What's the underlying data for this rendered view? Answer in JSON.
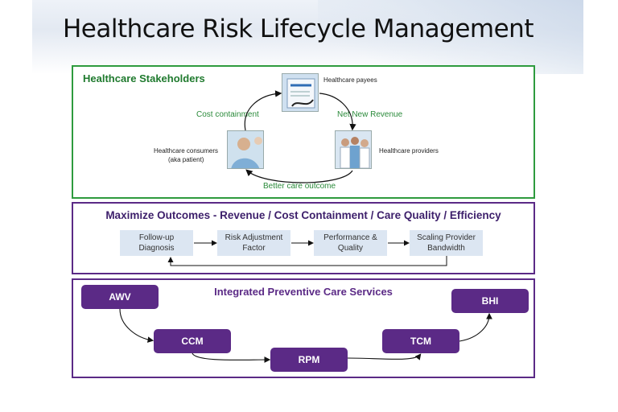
{
  "title": "Healthcare Risk Lifecycle Management",
  "stakeholders": {
    "heading": "Healthcare Stakeholders",
    "payees": "Healthcare payees",
    "providers": "Healthcare providers",
    "consumers_line1": "Healthcare consumers",
    "consumers_line2": "(aka patient)",
    "edge_cost": "Cost containment",
    "edge_revenue": "Net New Revenue",
    "edge_outcome": "Better care outcome"
  },
  "outcomes": {
    "heading": "Maximize Outcomes - Revenue / Cost Containment / Care Quality / Efficiency",
    "steps": [
      {
        "line1": "Follow-up",
        "line2": "Diagnosis"
      },
      {
        "line1": "Risk Adjustment",
        "line2": "Factor"
      },
      {
        "line1": "Performance &",
        "line2": "Quality"
      },
      {
        "line1": "Scaling Provider",
        "line2": "Bandwidth"
      }
    ]
  },
  "services": {
    "heading": "Integrated Preventive Care Services",
    "items": [
      "AWV",
      "CCM",
      "RPM",
      "TCM",
      "BHI"
    ]
  },
  "colors": {
    "green_border": "#2e9b3e",
    "purple": "#5b2a86",
    "step_fill": "#dce6f2"
  }
}
